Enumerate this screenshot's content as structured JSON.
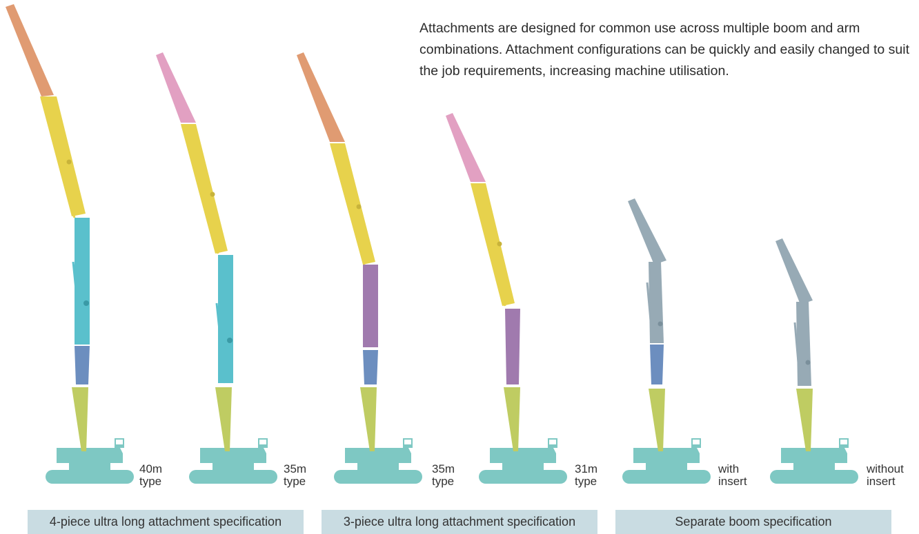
{
  "intro_text": "Attachments are designed for common use across multiple boom and arm combinations. Attachment configurations can be quickly and easily changed to suit the job requirements, increasing machine utilisation.",
  "machines": [
    {
      "line1": "40m",
      "line2": "type"
    },
    {
      "line1": "35m",
      "line2": "type"
    },
    {
      "line1": "35m",
      "line2": "type"
    },
    {
      "line1": "31m",
      "line2": "type"
    },
    {
      "line1": "with",
      "line2": "insert"
    },
    {
      "line1": "without",
      "line2": "insert"
    }
  ],
  "specs": [
    {
      "label": "4-piece ultra long attachment specification"
    },
    {
      "label": "3-piece ultra long attachment specification"
    },
    {
      "label": "Separate boom specification"
    }
  ],
  "colors": {
    "base": "#7ec8c3",
    "tool_orange": "#e09b72",
    "tool_pink": "#e2a0c2",
    "yellow_arm": "#e7d24c",
    "cyan_section": "#5ac0cc",
    "purple_section": "#a07aae",
    "blue_insert": "#6c8ebf",
    "green_boom": "#bfcc62",
    "grey_arm": "#97aab5",
    "spec_bar": "#c9dce2"
  }
}
